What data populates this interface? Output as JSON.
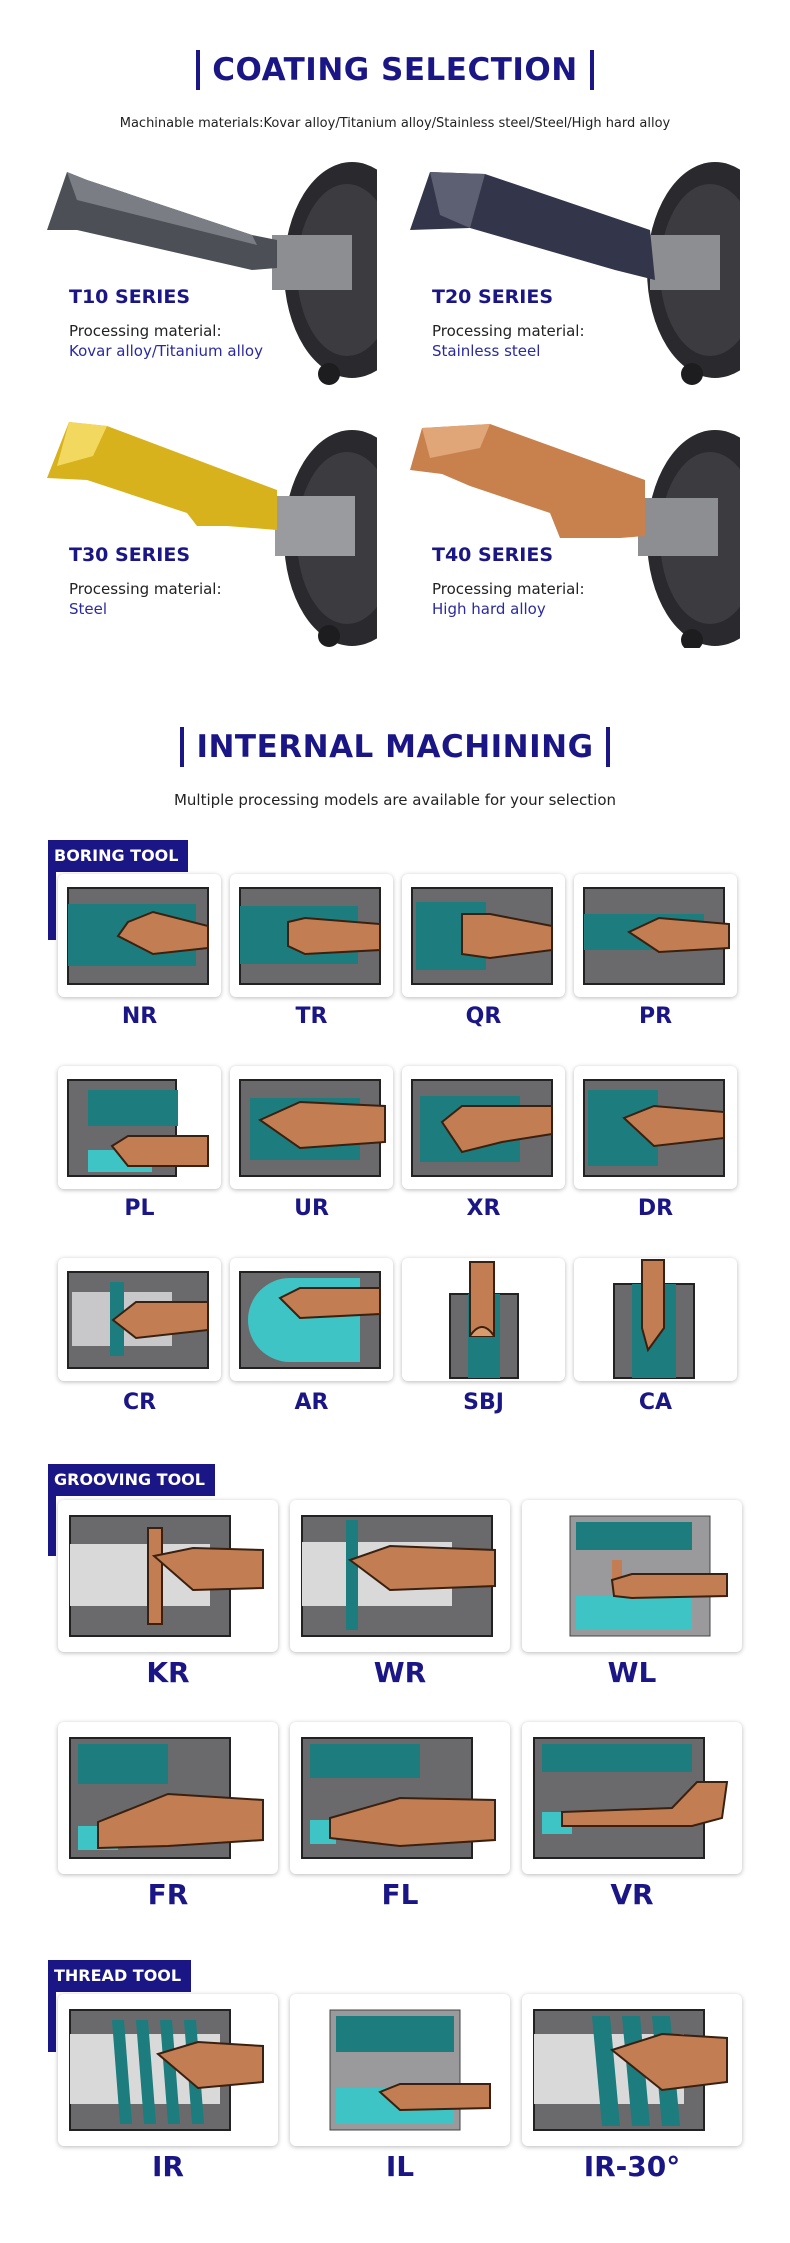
{
  "coating": {
    "title": "COATING SELECTION",
    "subtitle": "Machinable materials:Kovar alloy/Titanium alloy/Stainless steel/Steel/High hard alloy",
    "processing_label": "Processing material:",
    "cards": [
      {
        "series": "T10 SERIES",
        "material": "Kovar alloy/Titanium alloy",
        "color": "#4c4f56"
      },
      {
        "series": "T20 SERIES",
        "material": "Stainless steel",
        "color": "#33364a"
      },
      {
        "series": "T30 SERIES",
        "material": "Steel",
        "color": "#d8b21c"
      },
      {
        "series": "T40 SERIES",
        "material": "High hard alloy",
        "color": "#c8804c"
      }
    ]
  },
  "internal": {
    "title": "INTERNAL MACHINING",
    "subtitle": "Multiple processing models are available for your selection"
  },
  "boring": {
    "tag": "BORING TOOL",
    "tools": [
      "NR",
      "TR",
      "QR",
      "PR",
      "PL",
      "UR",
      "XR",
      "DR",
      "CR",
      "AR",
      "SBJ",
      "CA"
    ]
  },
  "grooving": {
    "tag": "GROOVING TOOL",
    "tools": [
      "KR",
      "WR",
      "WL",
      "FR",
      "FL",
      "VR"
    ]
  },
  "thread": {
    "tag": "THREAD TOOL",
    "tools": [
      "IR",
      "IL",
      "IR-30°"
    ]
  },
  "colors": {
    "brand": "#1b1685",
    "teal": "#1d7c7d",
    "copper": "#c27e52",
    "steel_gray": "#6a6a6d"
  }
}
